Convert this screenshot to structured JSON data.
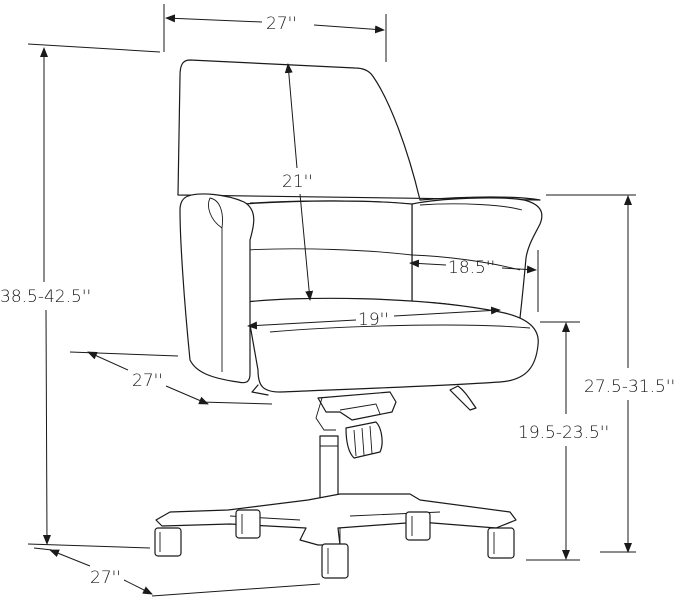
{
  "dimensions": {
    "overall_width": "27''",
    "back_height": "21''",
    "overall_height": "38.5-42.5''",
    "arm_width": "18.5''",
    "seat_width": "19''",
    "seat_depth": "27''",
    "arm_height": "27.5-31.5''",
    "seat_height": "19.5-23.5''",
    "base_width": "27''"
  },
  "colors": {
    "stroke": "#1a1a1a",
    "background": "#ffffff"
  }
}
